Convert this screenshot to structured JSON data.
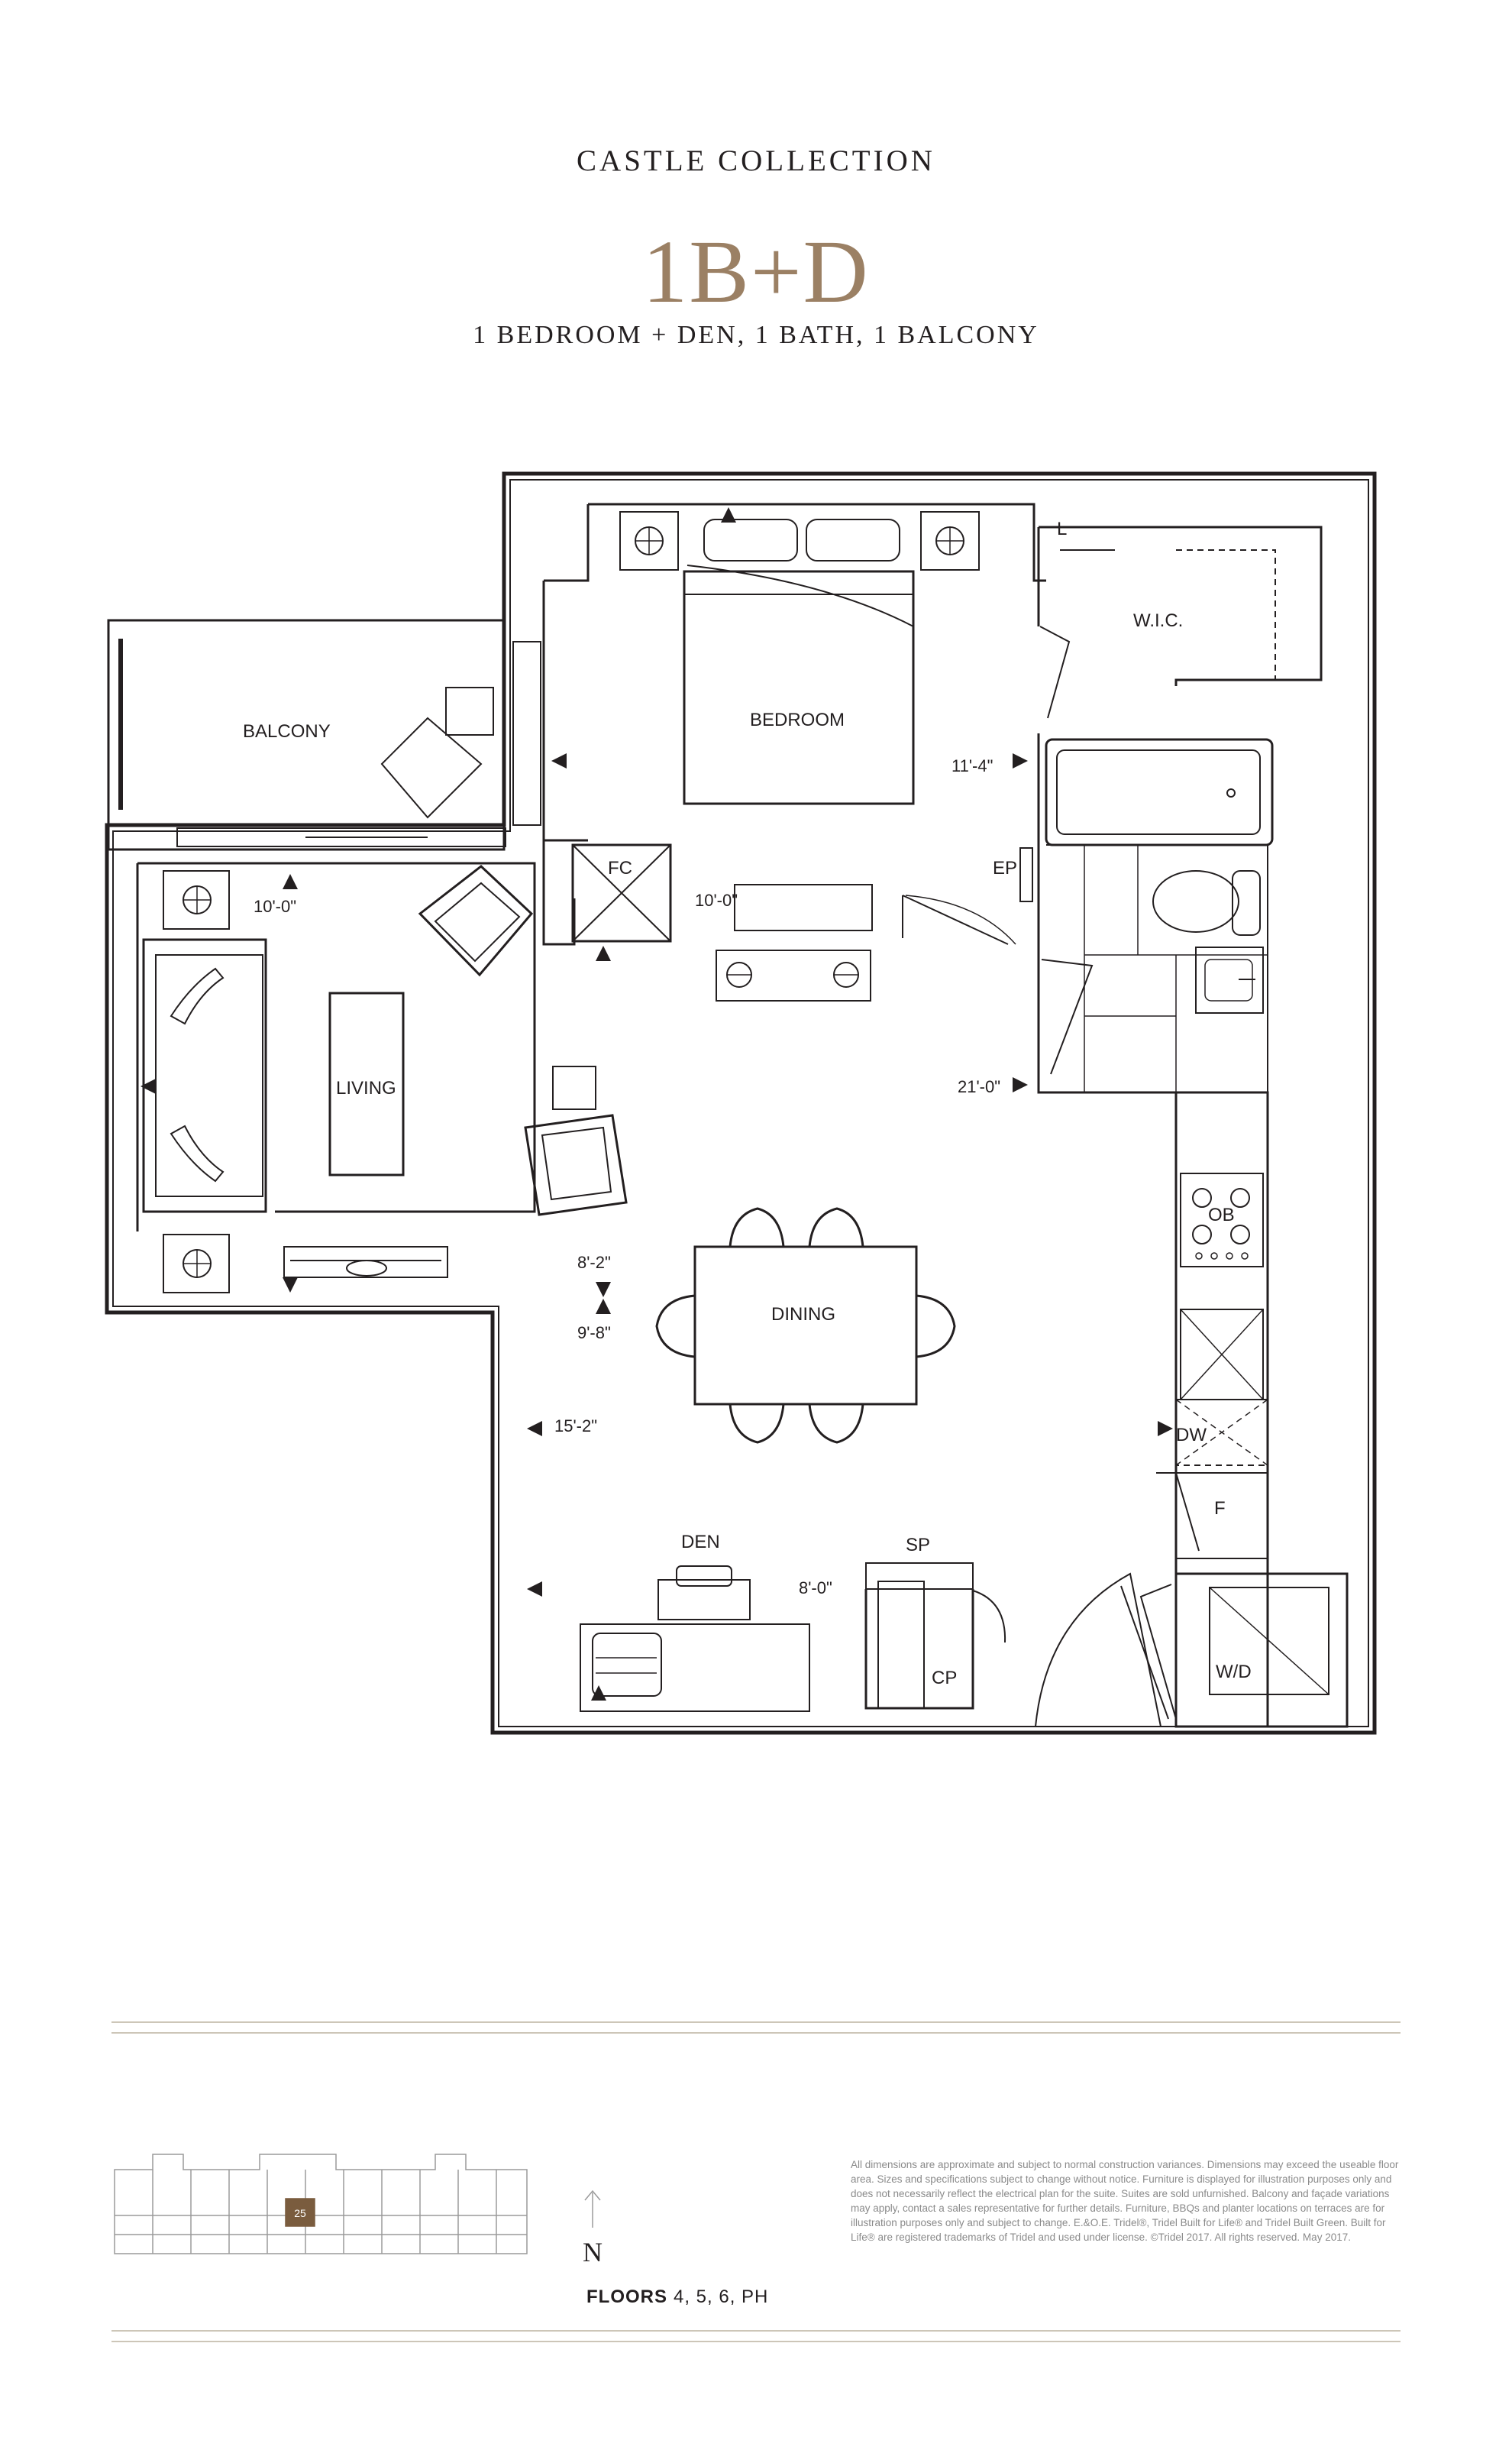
{
  "header": {
    "collection": "CASTLE COLLECTION",
    "unit_name": "1B+D",
    "description": "1 BEDROOM + DEN, 1 BATH, 1 BALCONY"
  },
  "rooms": {
    "balcony": "BALCONY",
    "bedroom": "BEDROOM",
    "wic": "W.I.C.",
    "linen": "L",
    "fireplace": "FC",
    "ep": "EP",
    "living": "LIVING",
    "dining": "DINING",
    "den": "DEN",
    "storage": "SP",
    "closet": "CP",
    "oven": "OB",
    "dishwasher": "DW",
    "fridge": "F",
    "washer_dryer": "W/D"
  },
  "dimensions": {
    "living_width": "10'-0\"",
    "bedroom_depth": "10'-0\"",
    "bedroom_width": "11'-4\"",
    "living_length": "21'-0\"",
    "dining_width": "8'-2\"",
    "dining_length": "9'-8\"",
    "den_length": "15'-2\"",
    "den_width": "8'-0\""
  },
  "keyplan": {
    "unit_number": "25"
  },
  "compass": {
    "label": "N"
  },
  "floors": {
    "label": "FLOORS",
    "values": "4, 5, 6, PH"
  },
  "disclaimer": "All dimensions are approximate and subject to normal construction variances. Dimensions may exceed the useable floor area. Sizes and specifications subject to change without notice. Furniture is displayed for illustration purposes only and does not necessarily reflect the electrical plan for the suite. Suites are sold unfurnished. Balcony and façade variations may apply, contact a sales representative for further details. Furniture, BBQs and planter locations on terraces are for illustration purposes only and subject to change. E.&O.E. Tridel®, Tridel Built for Life® and Tridel Built Green. Built for Life® are registered trademarks of Tridel and used under license. ©Tridel 2017. All rights reserved. May 2017.",
  "colors": {
    "accent": "#9b8064",
    "line": "#231f20",
    "rule": "#cdc6b8",
    "unit_highlight": "#7a5c3e"
  }
}
